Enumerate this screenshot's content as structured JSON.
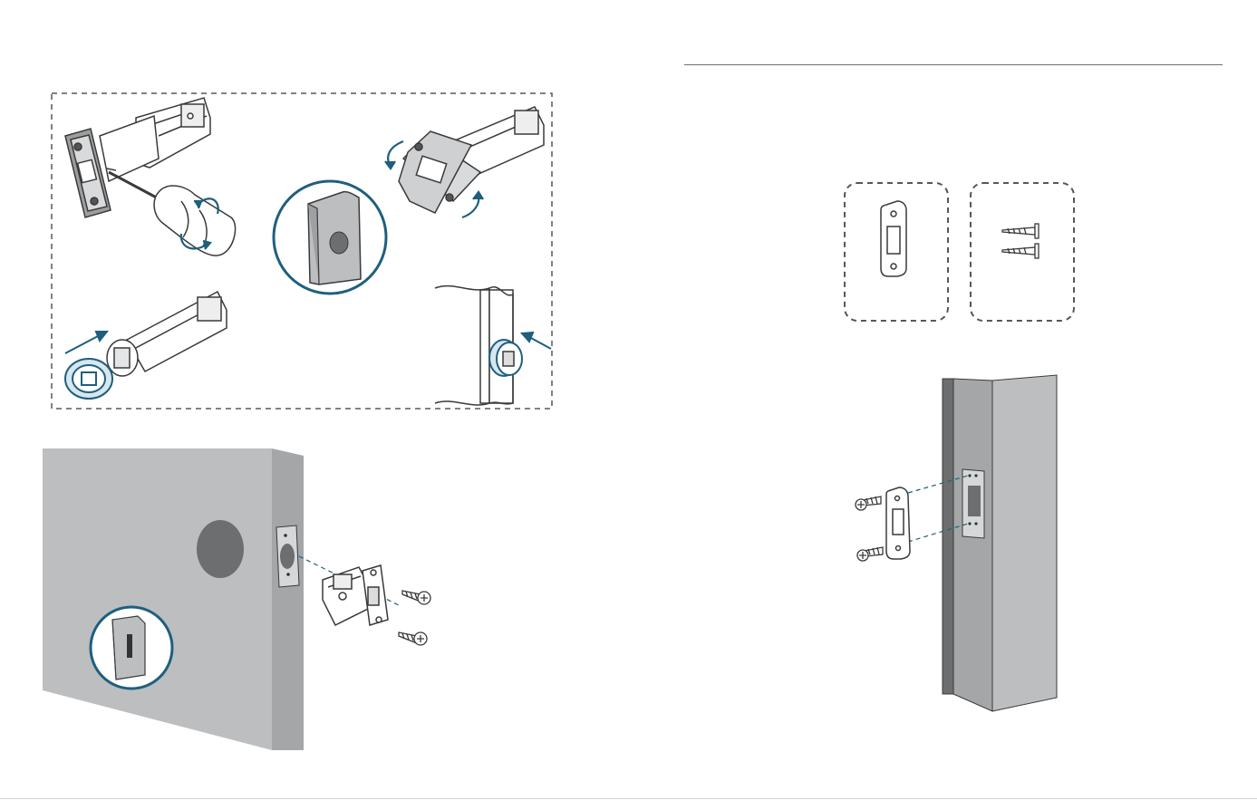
{
  "document": {
    "type": "installation-guide-spread",
    "pages": [
      "latch-preparation",
      "strike-plate-installation"
    ]
  },
  "colors": {
    "accent": "#1e5f7e",
    "door": "#bcbec0",
    "door_edge": "#a4a6a8",
    "line": "#3a3a3a",
    "hole": "#6d6e70"
  },
  "icons": {
    "screwdriver": "screwdriver-icon",
    "rotate_arrow": "rotate-arrow-icon",
    "strike_plate": "strike-plate-icon",
    "screw": "screw-icon",
    "latch": "latch-icon",
    "drive_ring": "drive-ring-icon"
  }
}
